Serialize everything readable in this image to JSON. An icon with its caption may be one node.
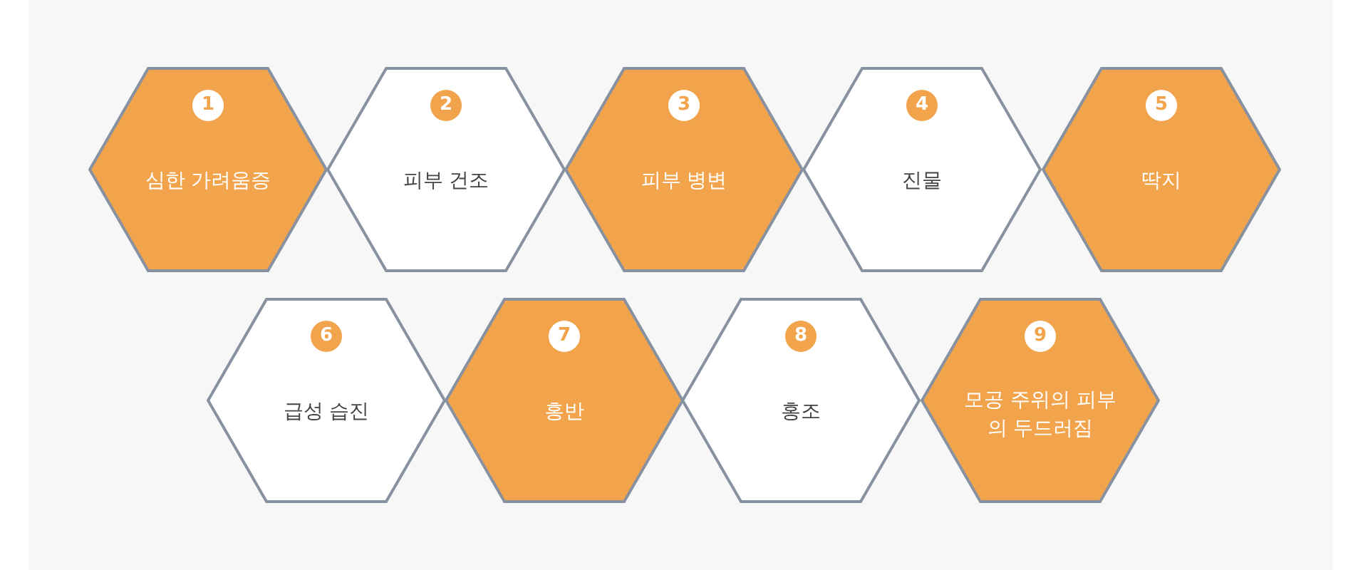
{
  "diagram": {
    "nodes": [
      {
        "text": [
          "1",
          "심한 가려움증"
        ]
      },
      {
        "text": [
          "2",
          "피부 건조"
        ]
      },
      {
        "text": [
          "3",
          "피부 병변"
        ]
      },
      {
        "text": [
          "4",
          "진물"
        ]
      },
      {
        "text": [
          "5",
          "딱지"
        ]
      },
      {
        "text": [
          "6",
          "급성 습진"
        ]
      },
      {
        "text": [
          "7",
          "홍반"
        ]
      },
      {
        "text": [
          "8",
          "홍조"
        ]
      },
      {
        "text": [
          "9",
          "모공 주위의 피부의 두드러짐"
        ]
      }
    ]
  }
}
